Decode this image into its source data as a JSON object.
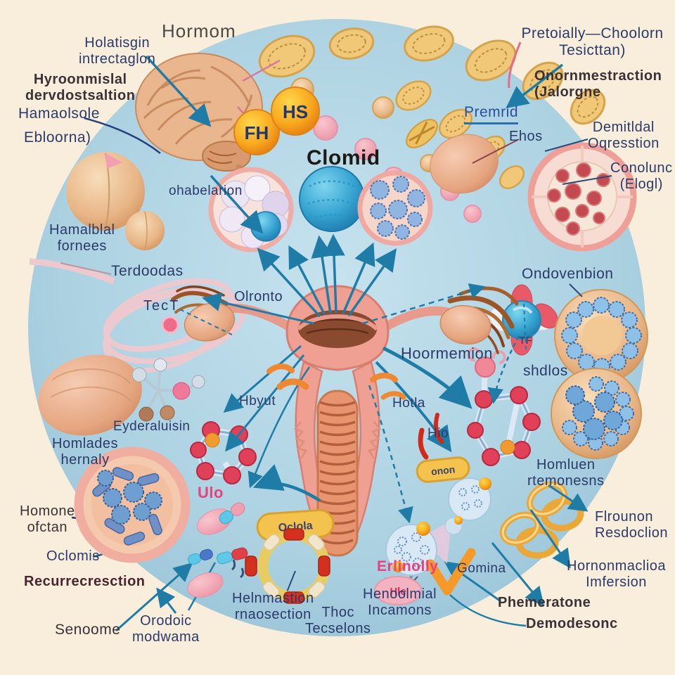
{
  "labels": {
    "hormom": "Hormom",
    "holatisgin": "Holatisgin\nintrectaglon",
    "hyroonmislal": "Hyroonmislal\ndervdostsaltion",
    "hamaolsole": "Hamaolsole",
    "ebloorna": "Ebloorna)",
    "hamalblal": "Hamalblal\nfornees",
    "terdoodas": "Terdoodas",
    "tect": "TecT",
    "ohabelarion": "ohabelarion",
    "olronto": "Olronto",
    "clomid": "Clomid",
    "pretoially": "Pretoially—Choolorn\nTesicttan)",
    "onornmestraction": "Onornmestraction\n(Jalorgne",
    "premrid": "Premrid",
    "ehos": "Ehos",
    "demitldal": "Demitldal\nOqresstion",
    "conolunc": "Conolunc\n(Elogl)",
    "ondovenbion": "Ondovenbion",
    "tf": "TF",
    "shdlos": "shdlos",
    "hoormemion": "Hoormemion",
    "hotla": "Hotla",
    "hio": "Hio",
    "hbyut": "Hbyut",
    "eyderaluisin": "Eyderaluisin",
    "homlades": "Homlades\nhernaly",
    "homone": "Homone\nofctan",
    "oclomis": "Oclomis",
    "recurrecresction": "Recurrecresction",
    "senoome": "Senoome",
    "orodoic": "Orodoic\nmodwama",
    "ulo": "Ulo",
    "helnmastion": "Helnmastion\nrnaosection",
    "erlinolly": "Erlinolly",
    "thoc": "Thoc\nTecselons",
    "henoolmial": "Henoolmial\nIncamons",
    "homluen": "Homluen\nrtemonesns",
    "flrounon": "Flrounon\nResdoclion",
    "hornonmaclioa": "Hornonmaclioa\nImfersion",
    "gomina": "Gomina",
    "phemeratone": "Phemeratone",
    "demodesonc": "Demodesonc"
  },
  "badges": {
    "fh": "FH",
    "hs": "HS",
    "oclola": "Oclola",
    "onon": "onon",
    "hle": "Hle"
  },
  "colors": {
    "background": "#f9eedb",
    "circle": "#aed3e3",
    "arrow": "#1f7ca6",
    "label_navy": "#2b3a6a",
    "label_pink": "#e8417e",
    "premrid_blue": "#2b4fa0"
  }
}
